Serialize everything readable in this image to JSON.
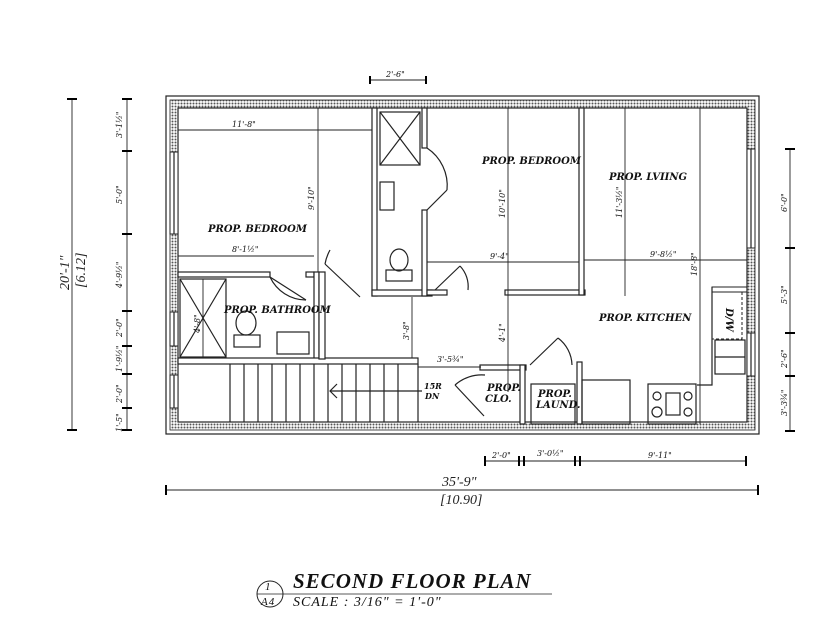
{
  "title": {
    "detail_number": "1",
    "sheet": "A4",
    "name": "SECOND FLOOR PLAN",
    "scale": "SCALE : 3/16\" = 1'-0\""
  },
  "rooms": {
    "bedroom_1": "PROP. BEDROOM",
    "bathroom": "PROP. BATHROOM",
    "bedroom_2": "PROP. BEDROOM",
    "living": "PROP. LVIING",
    "kitchen": "PROP. KITCHEN",
    "closet_1": "PROP.",
    "closet_2": "CLO.",
    "laundry_1": "PROP.",
    "laundry_2": "LAUND.",
    "dishwasher": "D/W",
    "stair_1": "15R",
    "stair_2": "DN"
  },
  "dimensions": {
    "top_window": "2'-6\"",
    "overall_height": "20'-1\"",
    "overall_height_m": "[6.12]",
    "overall_width": "35'-9\"",
    "overall_width_m": "[10.90]",
    "left_segments": [
      "3'-1½\"",
      "5'-0\"",
      "4'-9½\"",
      "2'-0\"",
      "1'-9½\"",
      "2'-0\"",
      "1'-5\""
    ],
    "right_segments": [
      "6'-0\"",
      "5'-3\"",
      "2'-6\"",
      "3'-3¾\""
    ],
    "bottom_segments": [
      "2'-0\"",
      "3'-0½\"",
      "9'-11\""
    ],
    "bedroom1_width": "11'-8\"",
    "bedroom1_depth": "9'-10\"",
    "bedroom1_inner": "8'-1½\"",
    "bath_shower": "4'-8\"",
    "hall_depth": "3'-8\"",
    "hall_width": "3'-5¾\"",
    "bedroom2_depth": "10'-10\"",
    "bedroom2_width": "9'-4\"",
    "living_depth": "11'-3½\"",
    "living_width": "9'-8½\"",
    "kitchen_overall": "18'-8\"",
    "kitchen_hall": "4'-1\""
  }
}
